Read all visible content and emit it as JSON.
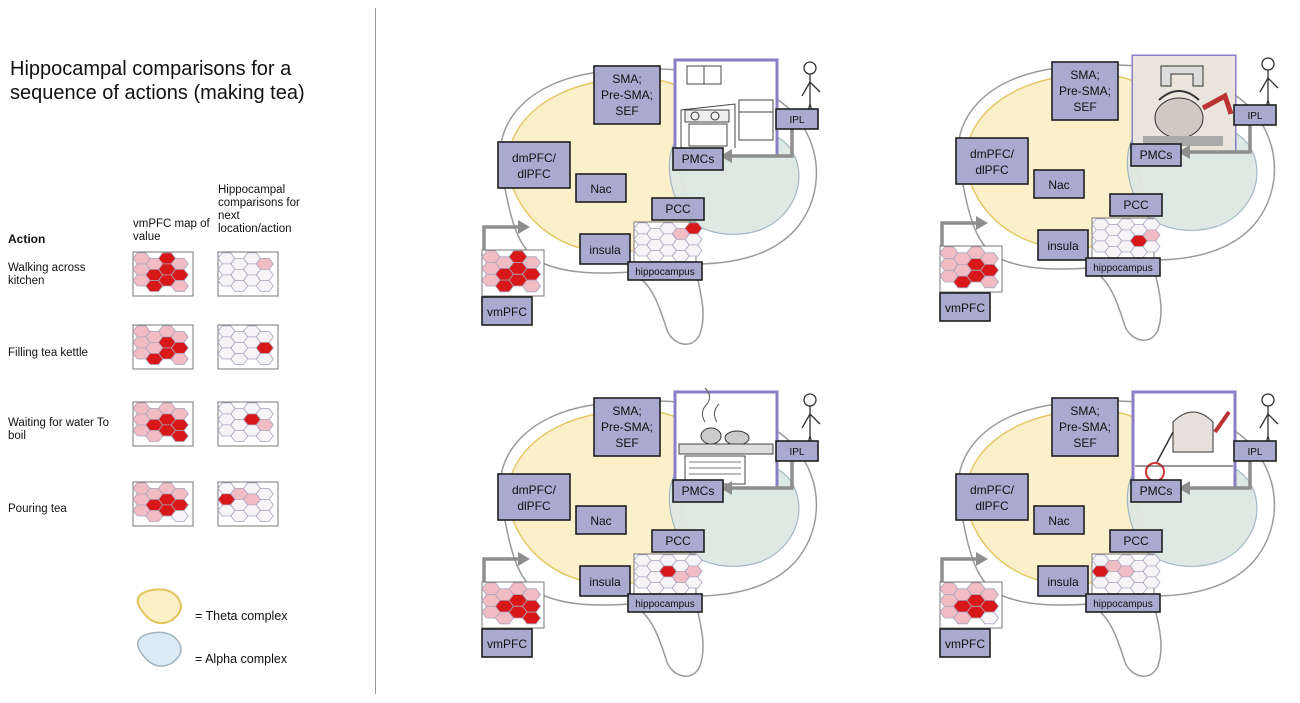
{
  "title": "Hippocampal comparisons for a sequence of actions (making tea)",
  "columns": {
    "action": "Action",
    "vmpfc": "vmPFC map of value",
    "hippo": "Hippocampal comparisons for next location/action"
  },
  "rows": [
    {
      "label": "Walking across kitchen"
    },
    {
      "label": "Filling tea kettle"
    },
    {
      "label": "Waiting for water To boil"
    },
    {
      "label": "Pouring tea"
    }
  ],
  "legend": {
    "theta": "= Theta complex",
    "alpha": "= Alpha complex"
  },
  "regions": {
    "sma": [
      "SMA;",
      "Pre-SMA;",
      "SEF"
    ],
    "dmpfc": [
      "dmPFC/",
      "dlPFC"
    ],
    "nac": "Nac",
    "pcc": "PCC",
    "insula": "insula",
    "hippocampus": "hippocampus",
    "vmpfc": "vmPFC",
    "pmcs": "PMCs",
    "ipl": "IPL"
  },
  "colors": {
    "theta_fill": "#fbf0c8",
    "theta_stroke": "#e3c45a",
    "alpha_fill": "#dde8e2",
    "alpha_stroke": "#9fb4c2",
    "region_box": "#aaa9cf",
    "hex_dark": "#d81818",
    "hex_light": "#f2bcc4",
    "frame": "#8a7fc4"
  },
  "panels": [
    {
      "scene": "walking"
    },
    {
      "scene": "kettle"
    },
    {
      "scene": "boiling"
    },
    {
      "scene": "pouring"
    }
  ]
}
